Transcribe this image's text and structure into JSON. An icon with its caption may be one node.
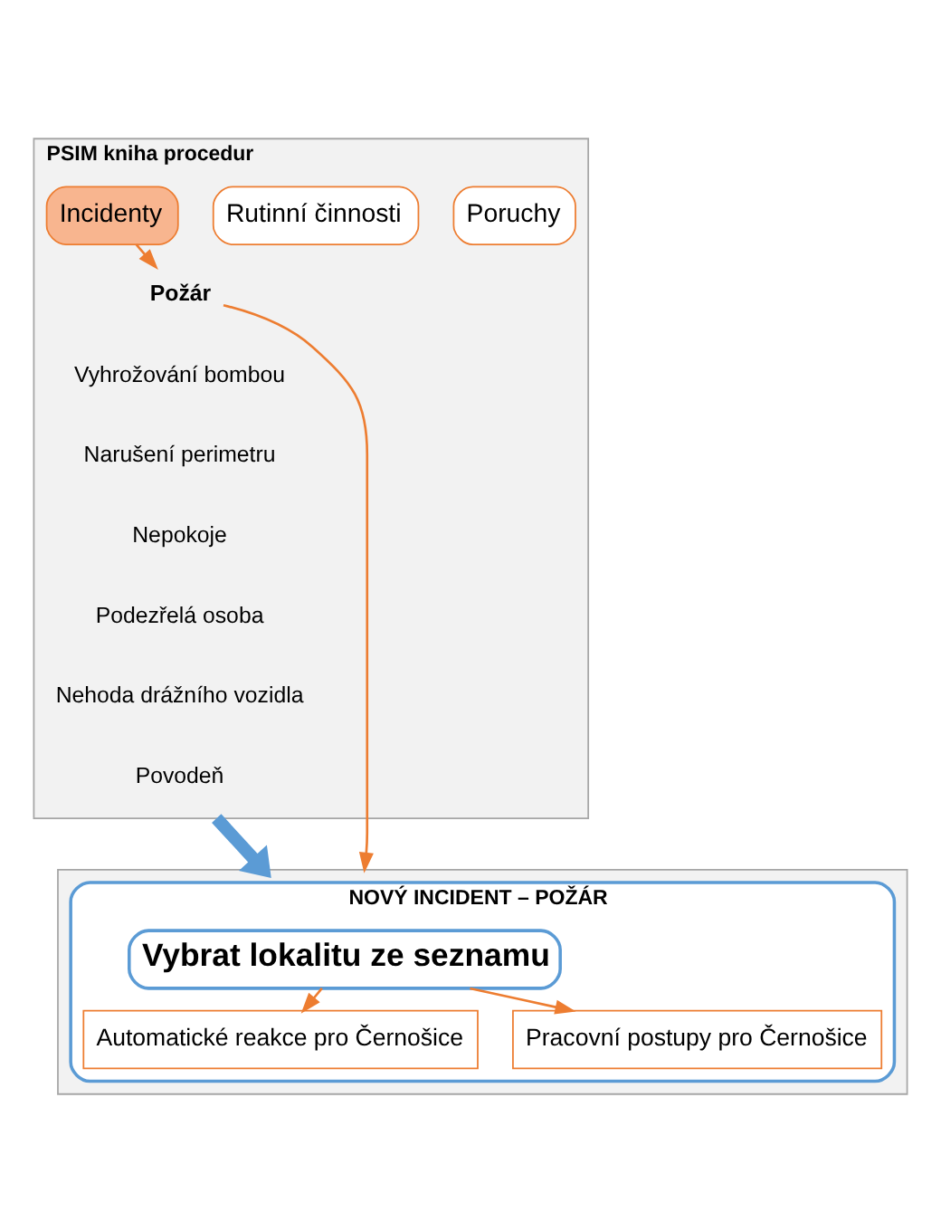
{
  "diagram": {
    "nodes": [
      {
        "text": [
          "PSIM kniha procedur"
        ]
      },
      {
        "text": [
          "Incidenty"
        ],
        "in": 0
      },
      {
        "text": [
          "Rutinní činnosti"
        ],
        "in": 0
      },
      {
        "text": [
          "Poruchy"
        ],
        "in": 0
      },
      {
        "text": [
          "Požár"
        ],
        "in": 0
      },
      {
        "text": [],
        "shape": "box"
      },
      {
        "text": [
          "NOVÝ INCIDENT – POŽÁR"
        ],
        "in": 5
      },
      {
        "text": [
          "Vybrat lokalitu ze seznamu"
        ],
        "in": 6
      },
      {
        "text": [
          "Automatické reakce pro Černošice"
        ],
        "in": 6
      },
      {
        "text": [
          "Pracovní postupy pro Černošice"
        ],
        "in": 6
      }
    ],
    "edges": [
      {
        "from": 1,
        "to": 4,
        "arrow": "to"
      },
      {
        "from": 4,
        "to": 5,
        "arrow": "to"
      },
      {
        "from": 0,
        "to": 5,
        "arrow": "to",
        "style": "thick",
        "color": "#5b9bd5"
      },
      {
        "from": 7,
        "to": 8,
        "arrow": "to"
      },
      {
        "from": 7,
        "to": 9,
        "arrow": "to"
      }
    ],
    "labels": [
      "Vyhrožování bombou",
      "Narušení perimetru",
      "Nepokoje",
      "Podezřelá osoba",
      "Nehoda drážního vozidla",
      "Povodeň"
    ]
  }
}
